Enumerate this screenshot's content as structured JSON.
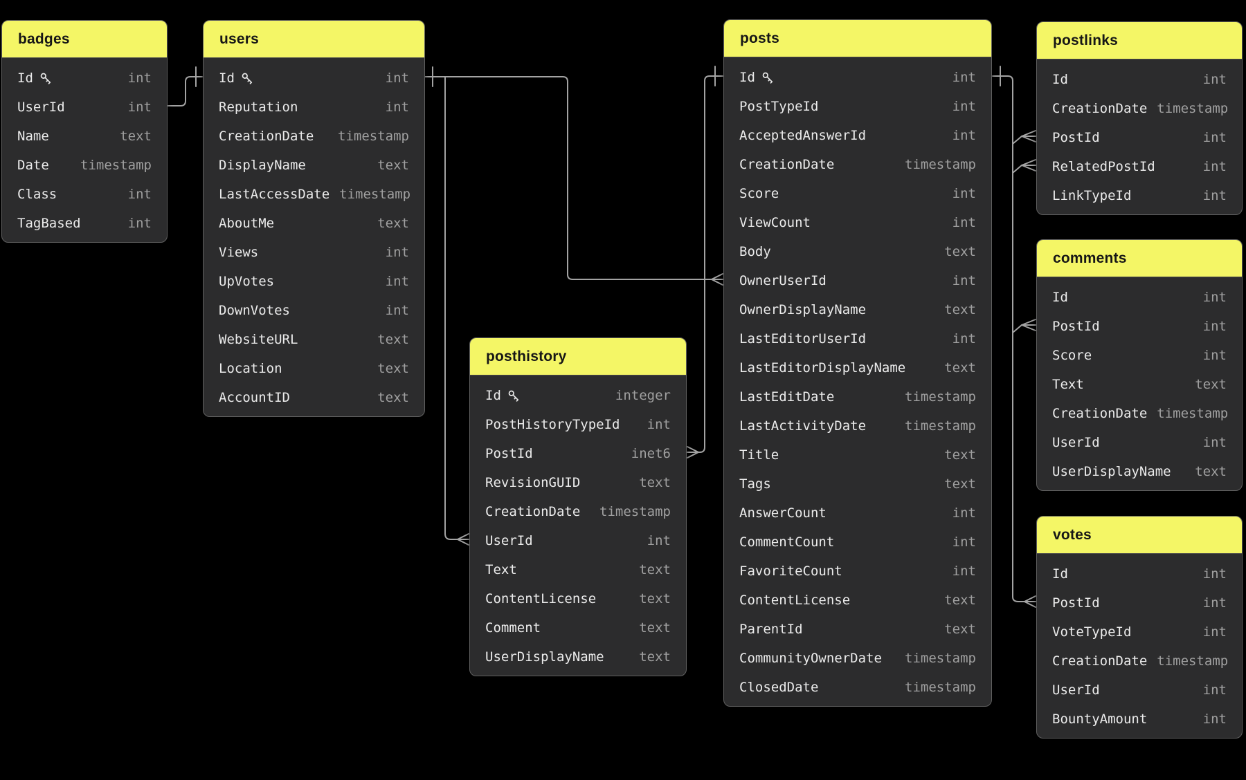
{
  "diagram": {
    "kind": "database-schema-erd",
    "background_color": "#000000",
    "header_color": "#f4f666",
    "table_body_color": "#2c2c2d",
    "line_color": "#a3a3a3"
  },
  "tables": [
    {
      "name": "badges",
      "fields": [
        {
          "name": "Id",
          "type": "int",
          "key": true
        },
        {
          "name": "UserId",
          "type": "int",
          "key": false
        },
        {
          "name": "Name",
          "type": "text",
          "key": false
        },
        {
          "name": "Date",
          "type": "timestamp",
          "key": false
        },
        {
          "name": "Class",
          "type": "int",
          "key": false
        },
        {
          "name": "TagBased",
          "type": "int",
          "key": false
        }
      ]
    },
    {
      "name": "users",
      "fields": [
        {
          "name": "Id",
          "type": "int",
          "key": true
        },
        {
          "name": "Reputation",
          "type": "int",
          "key": false
        },
        {
          "name": "CreationDate",
          "type": "timestamp",
          "key": false
        },
        {
          "name": "DisplayName",
          "type": "text",
          "key": false
        },
        {
          "name": "LastAccessDate",
          "type": "timestamp",
          "key": false
        },
        {
          "name": "AboutMe",
          "type": "text",
          "key": false
        },
        {
          "name": "Views",
          "type": "int",
          "key": false
        },
        {
          "name": "UpVotes",
          "type": "int",
          "key": false
        },
        {
          "name": "DownVotes",
          "type": "int",
          "key": false
        },
        {
          "name": "WebsiteURL",
          "type": "text",
          "key": false
        },
        {
          "name": "Location",
          "type": "text",
          "key": false
        },
        {
          "name": "AccountID",
          "type": "text",
          "key": false
        }
      ]
    },
    {
      "name": "posthistory",
      "fields": [
        {
          "name": "Id",
          "type": "integer",
          "key": true
        },
        {
          "name": "PostHistoryTypeId",
          "type": "int",
          "key": false
        },
        {
          "name": "PostId",
          "type": "inet6",
          "key": false
        },
        {
          "name": "RevisionGUID",
          "type": "text",
          "key": false
        },
        {
          "name": "CreationDate",
          "type": "timestamp",
          "key": false
        },
        {
          "name": "UserId",
          "type": "int",
          "key": false
        },
        {
          "name": "Text",
          "type": "text",
          "key": false
        },
        {
          "name": "ContentLicense",
          "type": "text",
          "key": false
        },
        {
          "name": "Comment",
          "type": "text",
          "key": false
        },
        {
          "name": "UserDisplayName",
          "type": "text",
          "key": false
        }
      ]
    },
    {
      "name": "posts",
      "fields": [
        {
          "name": "Id",
          "type": "int",
          "key": true
        },
        {
          "name": "PostTypeId",
          "type": "int",
          "key": false
        },
        {
          "name": "AcceptedAnswerId",
          "type": "int",
          "key": false
        },
        {
          "name": "CreationDate",
          "type": "timestamp",
          "key": false
        },
        {
          "name": "Score",
          "type": "int",
          "key": false
        },
        {
          "name": "ViewCount",
          "type": "int",
          "key": false
        },
        {
          "name": "Body",
          "type": "text",
          "key": false
        },
        {
          "name": "OwnerUserId",
          "type": "int",
          "key": false
        },
        {
          "name": "OwnerDisplayName",
          "type": "text",
          "key": false
        },
        {
          "name": "LastEditorUserId",
          "type": "int",
          "key": false
        },
        {
          "name": "LastEditorDisplayName",
          "type": "text",
          "key": false
        },
        {
          "name": "LastEditDate",
          "type": "timestamp",
          "key": false
        },
        {
          "name": "LastActivityDate",
          "type": "timestamp",
          "key": false
        },
        {
          "name": "Title",
          "type": "text",
          "key": false
        },
        {
          "name": "Tags",
          "type": "text",
          "key": false
        },
        {
          "name": "AnswerCount",
          "type": "int",
          "key": false
        },
        {
          "name": "CommentCount",
          "type": "int",
          "key": false
        },
        {
          "name": "FavoriteCount",
          "type": "int",
          "key": false
        },
        {
          "name": "ContentLicense",
          "type": "text",
          "key": false
        },
        {
          "name": "ParentId",
          "type": "text",
          "key": false
        },
        {
          "name": "CommunityOwnerDate",
          "type": "timestamp",
          "key": false
        },
        {
          "name": "ClosedDate",
          "type": "timestamp",
          "key": false
        }
      ]
    },
    {
      "name": "postlinks",
      "fields": [
        {
          "name": "Id",
          "type": "int",
          "key": false
        },
        {
          "name": "CreationDate",
          "type": "timestamp",
          "key": false
        },
        {
          "name": "PostId",
          "type": "int",
          "key": false
        },
        {
          "name": "RelatedPostId",
          "type": "int",
          "key": false
        },
        {
          "name": "LinkTypeId",
          "type": "int",
          "key": false
        }
      ]
    },
    {
      "name": "comments",
      "fields": [
        {
          "name": "Id",
          "type": "int",
          "key": false
        },
        {
          "name": "PostId",
          "type": "int",
          "key": false
        },
        {
          "name": "Score",
          "type": "int",
          "key": false
        },
        {
          "name": "Text",
          "type": "text",
          "key": false
        },
        {
          "name": "CreationDate",
          "type": "timestamp",
          "key": false
        },
        {
          "name": "UserId",
          "type": "int",
          "key": false
        },
        {
          "name": "UserDisplayName",
          "type": "text",
          "key": false
        }
      ]
    },
    {
      "name": "votes",
      "fields": [
        {
          "name": "Id",
          "type": "int",
          "key": false
        },
        {
          "name": "PostId",
          "type": "int",
          "key": false
        },
        {
          "name": "VoteTypeId",
          "type": "int",
          "key": false
        },
        {
          "name": "CreationDate",
          "type": "timestamp",
          "key": false
        },
        {
          "name": "UserId",
          "type": "int",
          "key": false
        },
        {
          "name": "BountyAmount",
          "type": "int",
          "key": false
        }
      ]
    }
  ],
  "relations": [
    {
      "from": "badges.UserId",
      "to": "users.Id",
      "cardinality": "many-to-one"
    },
    {
      "from": "users.Id",
      "to": "posts.OwnerUserId",
      "cardinality": "one-to-many"
    },
    {
      "from": "users.Id",
      "to": "posthistory.UserId",
      "cardinality": "one-to-many"
    },
    {
      "from": "posts.Id",
      "to": "posthistory.PostId",
      "cardinality": "one-to-many"
    },
    {
      "from": "posts.Id",
      "to": "postlinks.PostId",
      "cardinality": "one-to-many"
    },
    {
      "from": "posts.Id",
      "to": "postlinks.RelatedPostId",
      "cardinality": "one-to-many"
    },
    {
      "from": "posts.Id",
      "to": "comments.PostId",
      "cardinality": "one-to-many"
    },
    {
      "from": "posts.Id",
      "to": "votes.PostId",
      "cardinality": "one-to-many"
    }
  ]
}
